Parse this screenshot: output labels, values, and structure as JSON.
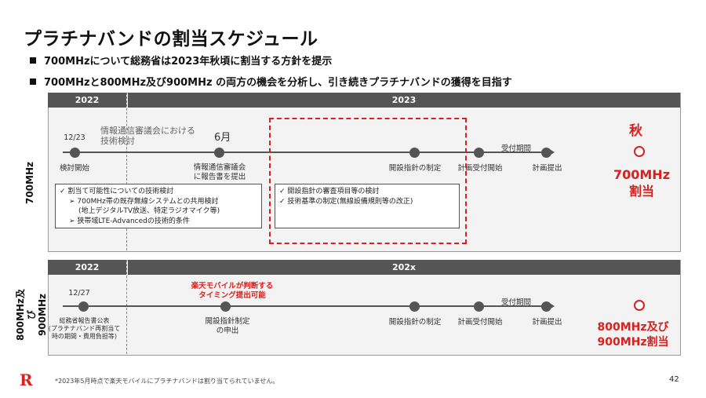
{
  "title": "プラチナバンドの割当スケジュール",
  "bullets": [
    "700MHzについて総務省は2023年秋頃に割当する方針を提示",
    "700MHzと800MHz及び900MHz の両方の機会を分析し、引き続きプラチナバンドの獲得を目指す"
  ],
  "sections": {
    "s700": {
      "label": "700MHz",
      "year1": "2022",
      "year2": "2023",
      "date1": "12/23",
      "m1_label": "検討開始",
      "council": "情報通信審議会における\n技術検討",
      "june": "6月",
      "m2_label": "情報通信審議会\nに報告書を提出",
      "m3_label": "開設指針の制定",
      "uketsuke": "受付期間",
      "m4_label": "計画受付開始",
      "m5_label": "計画提出",
      "autumn": "秋",
      "result": "700MHz\n割当",
      "box1": [
        "✓ 割当て可能性についての技術検討",
        "➢ 700MHz帯の既存無線システムとの共用検討",
        "(地上デジタルTV放送、特定ラジオマイク等)",
        "➢ 狭帯域LTE-Advancedの技術的条件"
      ],
      "box2": [
        "✓ 開設指針の審査項目等の検討",
        "✓ 技術基準の制定(無線設備規則等の改正)"
      ]
    },
    "s800": {
      "label": "800MHz及び\n900MHz",
      "year1": "2022",
      "year2": "202x",
      "date1": "12/27",
      "m1_label": "総務省報告書公表\n(プラチナバンド再割当て\n時の期間・費用負担等)",
      "rakuten": "楽天モバイルが判断する\nタイミング提出可能",
      "m2_label": "開設指針制定\nの申出",
      "m3_label": "開設指針の制定",
      "uketsuke": "受付期間",
      "m4_label": "計画受付開始",
      "m5_label": "計画提出",
      "result": "800MHz及び\n900MHz割当"
    }
  },
  "footnote": "*2023年5月時点で楽天モバイルにプラチナバンドは割り当てられていません。",
  "page_number": "42",
  "logo_letter": "R",
  "colors": {
    "accent": "#d8201e",
    "header": "#555555",
    "panel": "#f3f3f3"
  }
}
